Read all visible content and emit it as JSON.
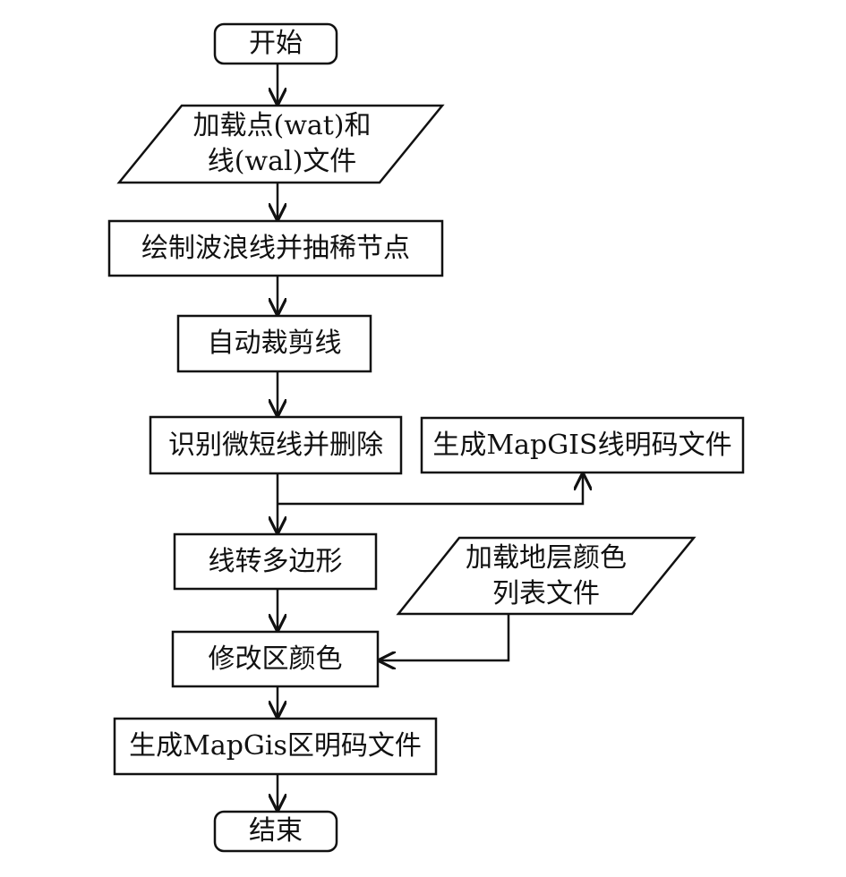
{
  "diagram": {
    "nodes": {
      "start": {
        "shape": "terminal",
        "text": "开始"
      },
      "load_files": {
        "shape": "io",
        "lines": [
          "加载点(wat)和",
          "线(wal)文件"
        ]
      },
      "draw_wave": {
        "shape": "process",
        "text": "绘制波浪线并抽稀节点"
      },
      "auto_clip": {
        "shape": "process",
        "text": "自动裁剪线"
      },
      "remove_short": {
        "shape": "process",
        "text": "识别微短线并删除"
      },
      "gen_line_file": {
        "shape": "process",
        "text": "生成MapGIS线明码文件"
      },
      "line_to_poly": {
        "shape": "process",
        "text": "线转多边形"
      },
      "load_colors": {
        "shape": "io",
        "lines": [
          "加载地层颜色",
          "列表文件"
        ]
      },
      "modify_color": {
        "shape": "process",
        "text": "修改区颜色"
      },
      "gen_area_file": {
        "shape": "process",
        "text": "生成MapGis区明码文件"
      },
      "end": {
        "shape": "terminal",
        "text": "结束"
      }
    },
    "edges": [
      [
        "start",
        "load_files"
      ],
      [
        "load_files",
        "draw_wave"
      ],
      [
        "draw_wave",
        "auto_clip"
      ],
      [
        "auto_clip",
        "remove_short"
      ],
      [
        "remove_short",
        "line_to_poly"
      ],
      [
        "remove_short",
        "gen_line_file"
      ],
      [
        "line_to_poly",
        "modify_color"
      ],
      [
        "load_colors",
        "modify_color"
      ],
      [
        "modify_color",
        "gen_area_file"
      ],
      [
        "gen_area_file",
        "end"
      ]
    ],
    "stroke_color": "#111111",
    "fill_color": "#ffffff"
  }
}
